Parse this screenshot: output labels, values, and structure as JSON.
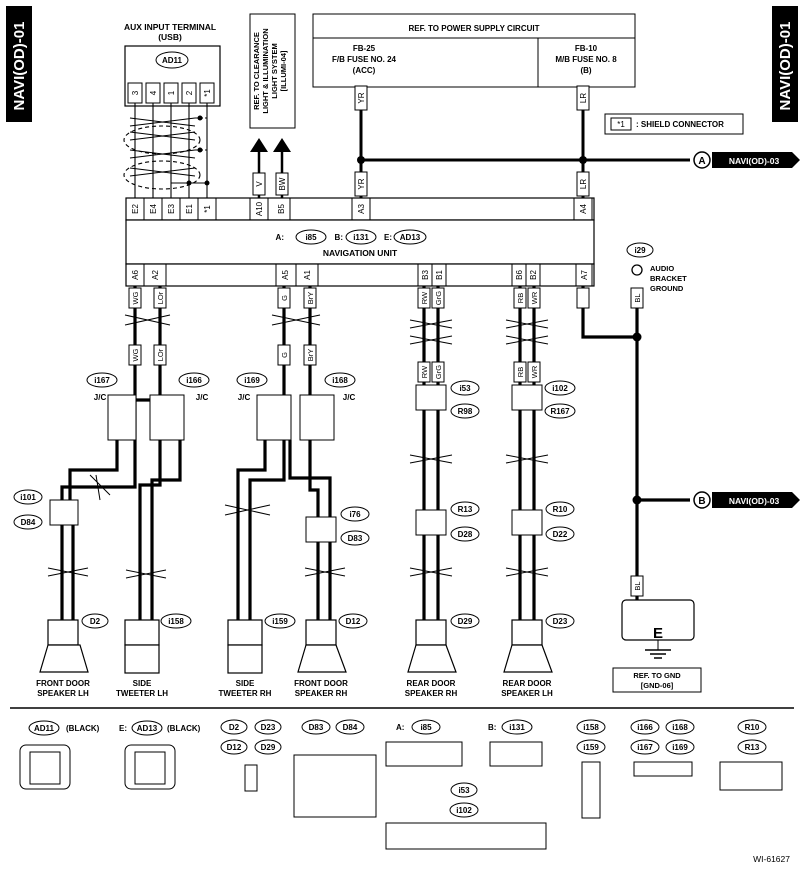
{
  "side_tab": "NAVI(OD)-01",
  "aux": {
    "title": "AUX INPUT TERMINAL",
    "subtitle": "(USB)",
    "conn": "AD11",
    "pins": [
      "3",
      "4",
      "1",
      "2",
      "*1"
    ]
  },
  "refs": {
    "clearance": [
      "REF. TO CLEARANCE",
      "LIGHT & ILLUMINATION",
      "LIGHT SYSTEM",
      "[ILLUMI-04]"
    ],
    "power": "REF. TO POWER SUPPLY CIRCUIT",
    "fb25": [
      "FB-25",
      "F/B FUSE NO. 24",
      "(ACC)"
    ],
    "fb10": [
      "FB-10",
      "M/B FUSE NO. 8",
      "(B)"
    ],
    "shield_key": "*1",
    "shield_text": ": SHIELD CONNECTOR"
  },
  "nav": {
    "label": "NAVIGATION UNIT",
    "conn_a_label": "A:",
    "conn_a": "i85",
    "conn_b_label": "B:",
    "conn_b": "i131",
    "conn_e_label": "E:",
    "conn_e": "AD13",
    "top_pins": [
      "E2",
      "E4",
      "E3",
      "E1",
      "*1",
      "A10",
      "B5",
      "A3",
      "A4"
    ],
    "bottom_pins": [
      "A6",
      "A2",
      "A5",
      "A1",
      "B3",
      "B1",
      "B6",
      "B2",
      "A7"
    ]
  },
  "offpage": [
    "NAVI(OD)-03",
    "NAVI(OD)-03"
  ],
  "offpage_letters": [
    "A",
    "B"
  ],
  "wires_top": [
    "V",
    "BW",
    "YR",
    "LR"
  ],
  "wires_bottom": [
    "WG",
    "LOr",
    "G",
    "BrY",
    "RW",
    "GrG",
    "RB",
    "WR",
    "BL"
  ],
  "conns": [
    "i167",
    "i166",
    "i169",
    "i168",
    "i53",
    "R98",
    "i102",
    "R167",
    "i101",
    "D84",
    "i76",
    "D83",
    "R13",
    "D28",
    "R10",
    "D22",
    "i29",
    "D2",
    "i158",
    "i159",
    "D12",
    "D29",
    "D23"
  ],
  "jc": "J/C",
  "ground_label": [
    "AUDIO",
    "BRACKET",
    "GROUND"
  ],
  "ground_letter": "E",
  "gnd_ref": [
    "REF. TO GND",
    "[GND-06]"
  ],
  "speakers": [
    [
      "FRONT DOOR",
      "SPEAKER LH"
    ],
    [
      "SIDE",
      "TWEETER LH"
    ],
    [
      "SIDE",
      "TWEETER RH"
    ],
    [
      "FRONT DOOR",
      "SPEAKER RH"
    ],
    [
      "REAR DOOR",
      "SPEAKER RH"
    ],
    [
      "REAR DOOR",
      "SPEAKER LH"
    ]
  ],
  "legend": {
    "black": "(BLACK)",
    "e_label": "E:",
    "a_label": "A:",
    "b_label": "B:",
    "d_group": [
      "D2",
      "D23",
      "D12",
      "D29"
    ],
    "d83_group": [
      "D83",
      "D84"
    ],
    "i158_group": [
      "i158",
      "i159"
    ],
    "i166_group": [
      "i166",
      "i168",
      "i167",
      "i169"
    ],
    "r_group": [
      "R10",
      "R13"
    ],
    "i53_group": [
      "i53",
      "i102"
    ]
  },
  "footer_code": "WI-61627"
}
